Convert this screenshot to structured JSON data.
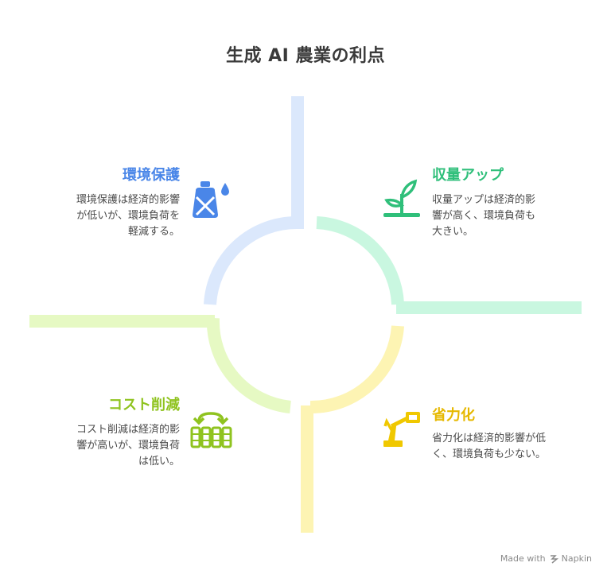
{
  "title": "生成 AI 農業の利点",
  "colors": {
    "blue": "#dbe8fc",
    "green": "#c9f7e0",
    "lime": "#e6f9c3",
    "yellow": "#fdf4b3",
    "blue_text": "#4a86e8",
    "green_text": "#2fbf7a",
    "lime_text": "#8fc31f",
    "yellow_text": "#e6b800"
  },
  "quadrants": {
    "top_left": {
      "heading": "環境保護",
      "desc": [
        "環境保護は経済的影響",
        "が低いが、環境負荷を",
        "軽減する。"
      ],
      "icon": "water-bottle-icon"
    },
    "top_right": {
      "heading": "収量アップ",
      "desc": [
        "収量アップは経済的影",
        "響が高く、環境負荷も",
        "大きい。"
      ],
      "icon": "sprout-icon"
    },
    "bottom_left": {
      "heading": "コスト削減",
      "desc": [
        "コスト削減は経済的影",
        "響が高いが、環境負荷",
        "は低い。"
      ],
      "icon": "exchange-coins-icon"
    },
    "bottom_right": {
      "heading": "省力化",
      "desc": [
        "省力化は経済的影響が低",
        "く、環境負荷も少ない。"
      ],
      "icon": "robot-arm-icon"
    }
  },
  "footer": {
    "text": "Made with",
    "brand": "Napkin"
  }
}
